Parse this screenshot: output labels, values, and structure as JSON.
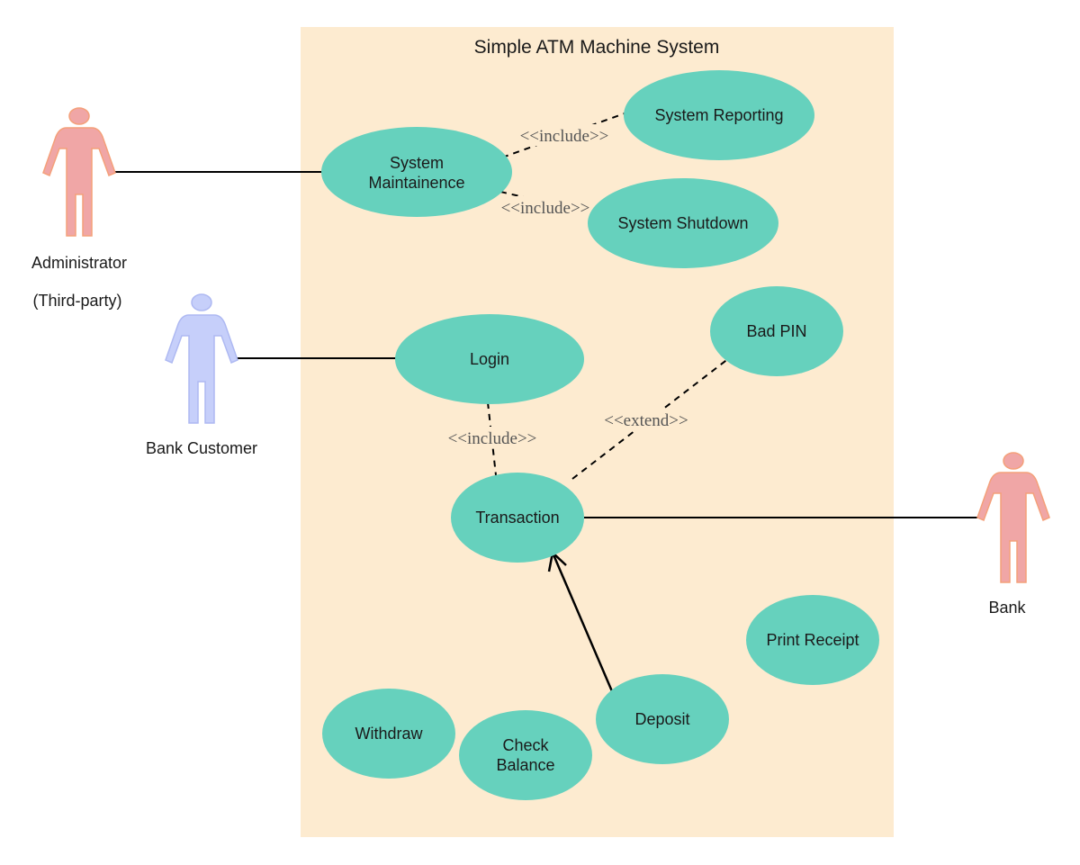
{
  "diagram": {
    "title": "Simple ATM Machine System",
    "colors": {
      "boundary_fill": "#fdebd0",
      "usecase_fill": "#66d1bd",
      "admin_actor": "#f0a6a6",
      "admin_actor_stroke": "#f4a07a",
      "customer_actor": "#c6cffa",
      "customer_actor_stroke": "#aeb9f2",
      "bank_actor": "#f0a6a6",
      "line": "#000000"
    },
    "actors": {
      "administrator": {
        "label": "Administrator",
        "sublabel": "(Third-party)"
      },
      "bank_customer": {
        "label": "Bank Customer"
      },
      "bank": {
        "label": "Bank"
      }
    },
    "use_cases": {
      "system_maintainence": {
        "line1": "System",
        "line2": "Maintainence"
      },
      "system_reporting": {
        "label": "System Reporting"
      },
      "system_shutdown": {
        "label": "System Shutdown"
      },
      "login": {
        "label": "Login"
      },
      "bad_pin": {
        "label": "Bad PIN"
      },
      "transaction": {
        "label": "Transaction"
      },
      "print_receipt": {
        "label": "Print Receipt"
      },
      "withdraw": {
        "label": "Withdraw"
      },
      "check_balance": {
        "line1": "Check",
        "line2": "Balance"
      },
      "deposit": {
        "label": "Deposit"
      }
    },
    "relationships": {
      "include_reporting": "<<include>>",
      "include_shutdown": "<<include>>",
      "include_transaction": "<<include>>",
      "extend_bad_pin": "<<extend>>"
    }
  }
}
